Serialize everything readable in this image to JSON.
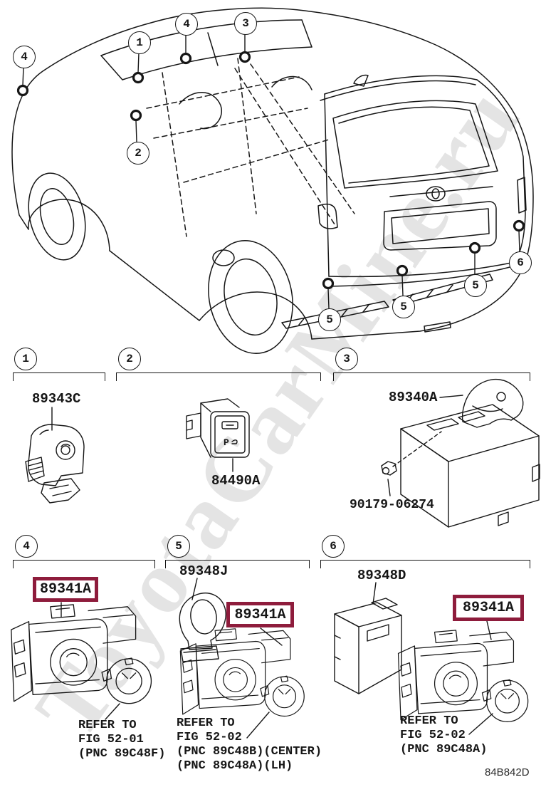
{
  "watermark": {
    "text": "ToyotaCarMine.ru"
  },
  "footer": {
    "diagram_code": "84B842D"
  },
  "colors": {
    "highlight": "#8e1c3c",
    "ink": "#161616",
    "watermark": "#e4e4e4"
  },
  "car_callouts": [
    {
      "label": "4"
    },
    {
      "label": "1"
    },
    {
      "label": "4"
    },
    {
      "label": "3"
    },
    {
      "label": "2"
    },
    {
      "label": "5"
    },
    {
      "label": "5"
    },
    {
      "label": "5"
    },
    {
      "label": "6"
    }
  ],
  "sections": [
    {
      "num": "1",
      "parts": [
        {
          "number": "89343C",
          "highlighted": false
        }
      ]
    },
    {
      "num": "2",
      "parts": [
        {
          "number": "84490A",
          "highlighted": false
        }
      ],
      "switch_icon": "P"
    },
    {
      "num": "3",
      "parts": [
        {
          "number": "89340A",
          "highlighted": false
        },
        {
          "number": "90179-06274",
          "highlighted": false
        }
      ]
    },
    {
      "num": "4",
      "parts": [
        {
          "number": "89341A",
          "highlighted": true
        }
      ],
      "refer": [
        "REFER TO",
        "FIG 52-01",
        "(PNC 89C48F)"
      ]
    },
    {
      "num": "5",
      "parts": [
        {
          "number": "89348J",
          "highlighted": false
        },
        {
          "number": "89341A",
          "highlighted": true
        }
      ],
      "refer": [
        "REFER TO",
        "FIG 52-02",
        "(PNC 89C48B)(CENTER)",
        "(PNC 89C48A)(LH)"
      ]
    },
    {
      "num": "6",
      "parts": [
        {
          "number": "89348D",
          "highlighted": false
        },
        {
          "number": "89341A",
          "highlighted": true
        }
      ],
      "refer": [
        "REFER TO",
        "FIG 52-02",
        "(PNC 89C48A)"
      ]
    }
  ]
}
